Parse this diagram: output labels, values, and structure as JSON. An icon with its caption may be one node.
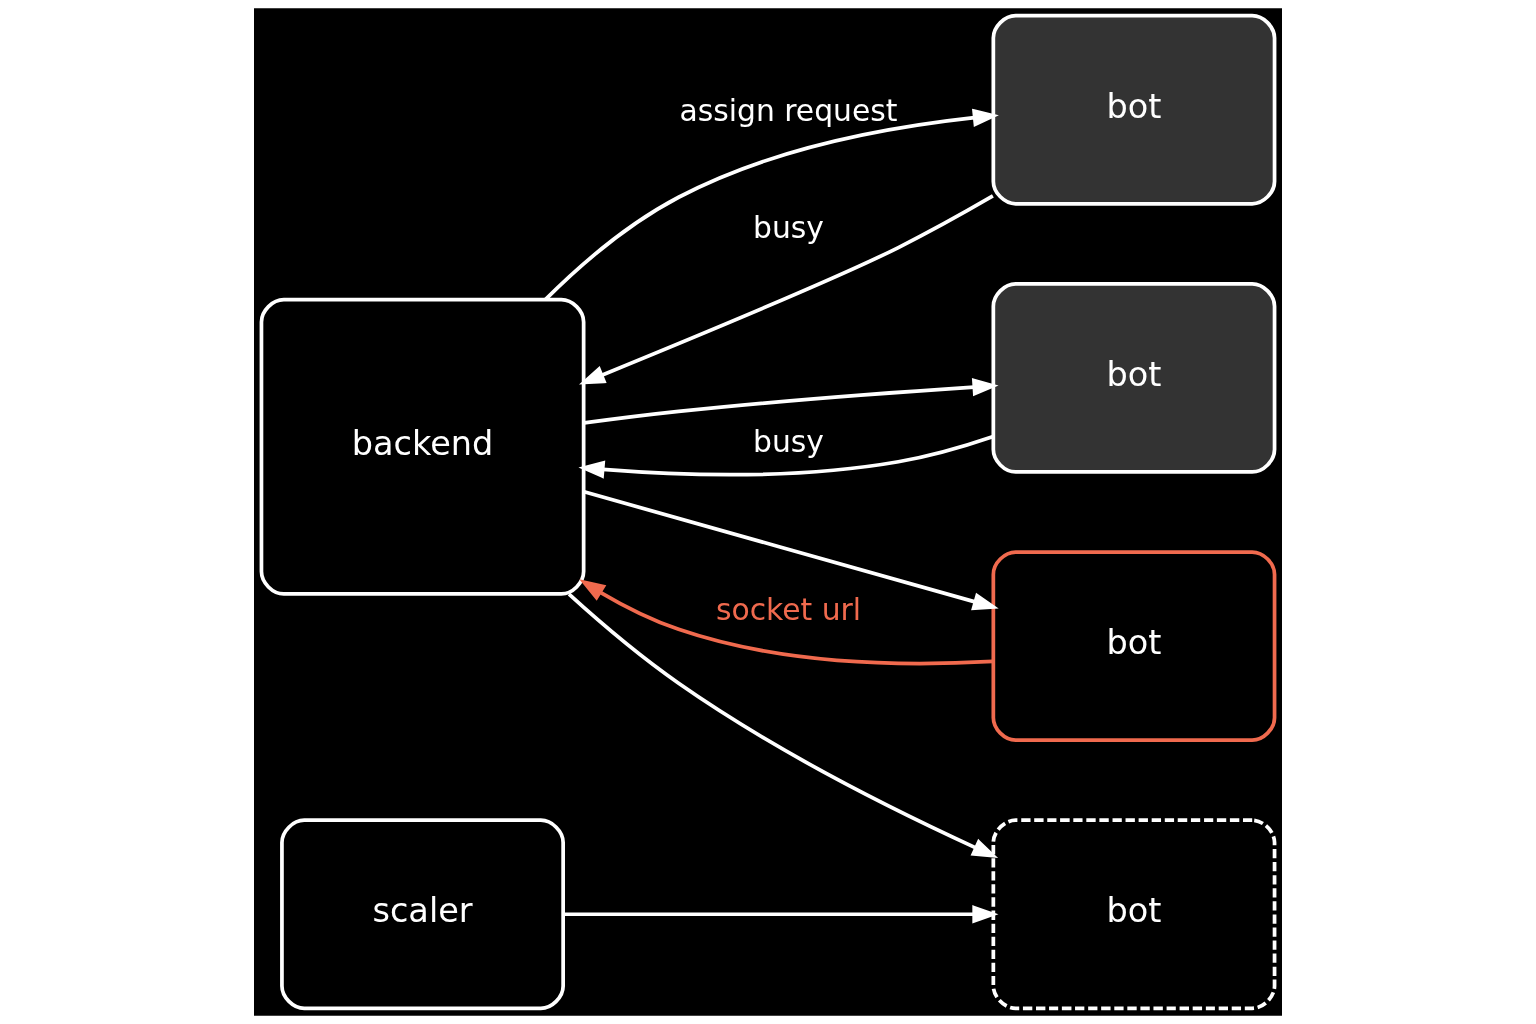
{
  "diagram": {
    "nodes": [
      {
        "text": [
          "backend"
        ]
      },
      {
        "text": [
          "bot"
        ]
      },
      {
        "text": [
          "bot"
        ]
      },
      {
        "text": [
          "bot"
        ]
      },
      {
        "text": [
          "bot"
        ]
      },
      {
        "text": [
          "scaler"
        ]
      }
    ],
    "edges": [
      {
        "from": 0,
        "to": 1,
        "arrow": "to",
        "label": "assign request"
      },
      {
        "from": 0,
        "to": 2,
        "arrow": "to"
      },
      {
        "from": 0,
        "to": 3,
        "arrow": "to"
      },
      {
        "from": 0,
        "to": 4,
        "arrow": "to"
      },
      {
        "from": 1,
        "to": 0,
        "arrow": "to",
        "label": "busy"
      },
      {
        "from": 2,
        "to": 0,
        "arrow": "to",
        "label": "busy"
      },
      {
        "from": 3,
        "to": 0,
        "arrow": "to",
        "label": "socket url",
        "color": "#f06a4e"
      },
      {
        "from": 5,
        "to": 4,
        "arrow": "to"
      }
    ]
  }
}
